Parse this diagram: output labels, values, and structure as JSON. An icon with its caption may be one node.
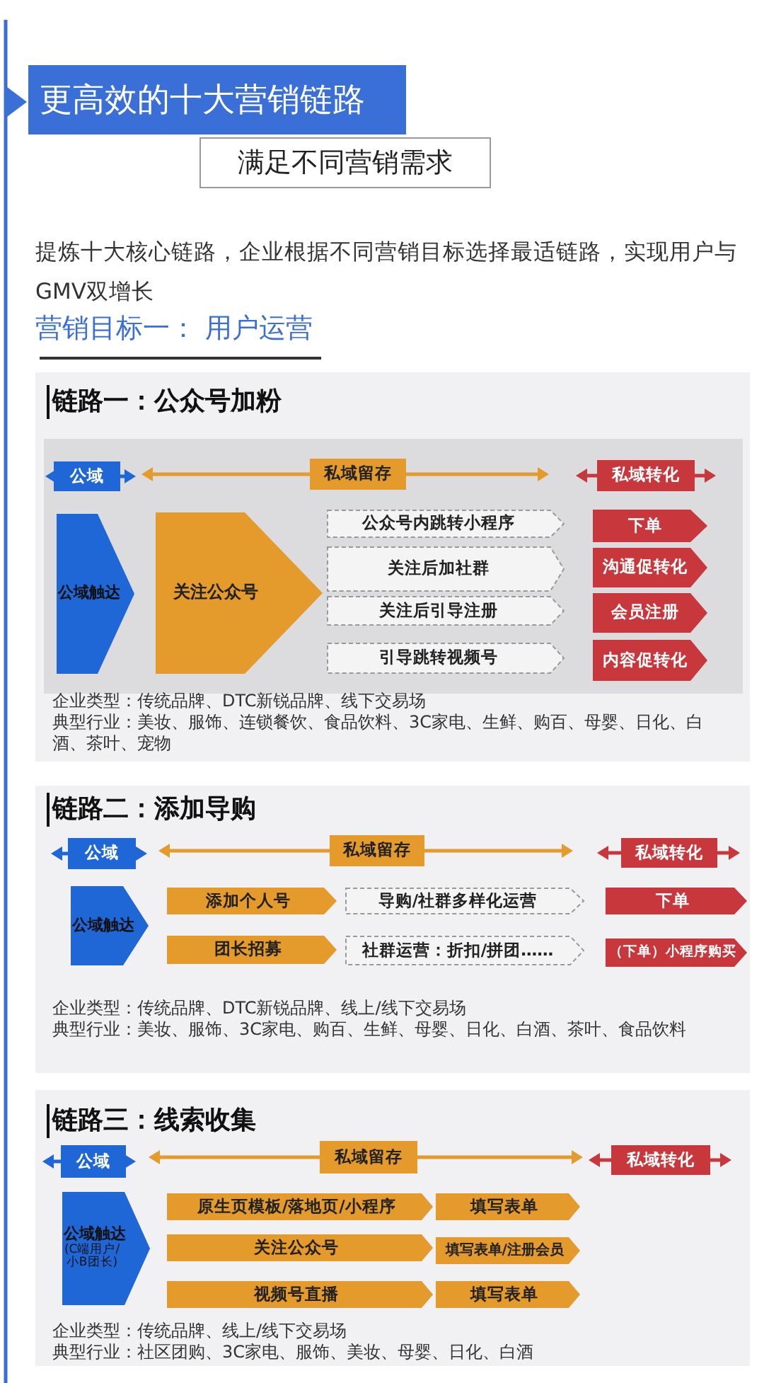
{
  "diagram": {
    "title": "更高效的十大营销链路",
    "nodes": [
      {
        "text": [
          "链路一：公众号加粉",
          "企业类型：传统品牌、DTC新锐品牌、线下交易场",
          "典型行业：美妆、服饰、连锁餐饮、食品饮料、3C家电、生鲜、购百、母婴、日化、白酒、茶叶、宠物"
        ]
      },
      {
        "text": [
          "公域"
        ],
        "in": 0
      },
      {
        "text": [
          "私域留存"
        ],
        "in": 0
      },
      {
        "text": [
          "私域转化"
        ],
        "in": 0
      },
      {
        "text": [
          "公域触达"
        ],
        "in": 0
      },
      {
        "text": [
          "关注公众号"
        ],
        "in": 0
      },
      {
        "text": [
          "公众号内跳转小程序"
        ],
        "in": 0
      },
      {
        "text": [
          "关注后加社群"
        ],
        "in": 0
      },
      {
        "text": [
          "关注后引导注册"
        ],
        "in": 0
      },
      {
        "text": [
          "引导跳转视频号"
        ],
        "in": 0
      },
      {
        "text": [
          "下单"
        ],
        "in": 0
      },
      {
        "text": [
          "沟通促转化"
        ],
        "in": 0
      },
      {
        "text": [
          "会员注册"
        ],
        "in": 0
      },
      {
        "text": [
          "内容促转化"
        ],
        "in": 0
      },
      {
        "text": [
          "链路二：添加导购",
          "企业类型：传统品牌、DTC新锐品牌、线上/线下交易场",
          "典型行业：美妆、服饰、3C家电、购百、生鲜、母婴、日化、白酒、茶叶、食品饮料"
        ]
      },
      {
        "text": [
          "公域"
        ],
        "in": 14
      },
      {
        "text": [
          "私域留存"
        ],
        "in": 14
      },
      {
        "text": [
          "私域转化"
        ],
        "in": 14
      },
      {
        "text": [
          "公域触达"
        ],
        "in": 14
      },
      {
        "text": [
          "添加个人号"
        ],
        "in": 14
      },
      {
        "text": [
          "团长招募"
        ],
        "in": 14
      },
      {
        "text": [
          "导购/社群多样化运营"
        ],
        "in": 14
      },
      {
        "text": [
          "社群运营：折扣/拼团……"
        ],
        "in": 14
      },
      {
        "text": [
          "下单"
        ],
        "in": 14
      },
      {
        "text": [
          "（下单）小程序购买"
        ],
        "in": 14
      },
      {
        "text": [
          "链路三：线索收集",
          "企业类型：传统品牌、线上/线下交易场",
          "典型行业：社区团购、3C家电、服饰、美妆、母婴、日化、白酒"
        ]
      },
      {
        "text": [
          "公域"
        ],
        "in": 25
      },
      {
        "text": [
          "私域留存"
        ],
        "in": 25
      },
      {
        "text": [
          "私域转化"
        ],
        "in": 25
      },
      {
        "text": [
          "公域触达",
          "(C端用户/小B团长)"
        ],
        "in": 25
      },
      {
        "text": [
          "原生页模板/落地页/小程序"
        ],
        "in": 25
      },
      {
        "text": [
          "关注公众号"
        ],
        "in": 25
      },
      {
        "text": [
          "视频号直播"
        ],
        "in": 25
      },
      {
        "text": [
          "填写表单"
        ],
        "in": 25
      },
      {
        "text": [
          "填写表单/注册会员"
        ],
        "in": 25
      },
      {
        "text": [
          "填写表单"
        ],
        "in": 25
      }
    ],
    "labels": [
      "满足不同营销需求",
      "提炼十大核心链路，企业根据不同营销目标选择最适链路，实现用户与GMV双增长",
      "营销目标一： 用户运营"
    ]
  }
}
